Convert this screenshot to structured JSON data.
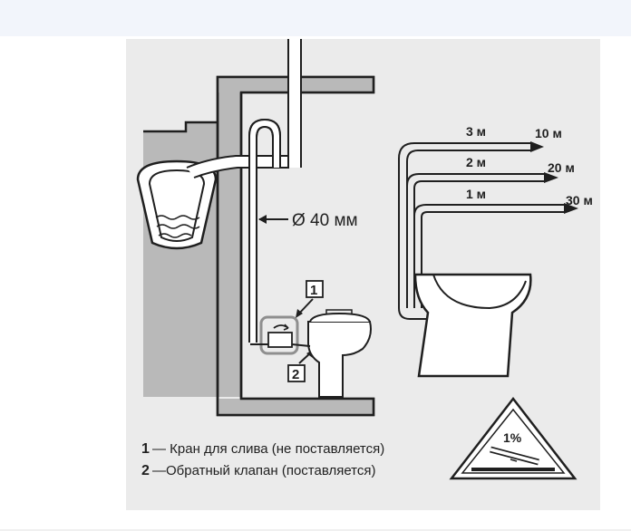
{
  "diagram": {
    "diameter_label": "Ø 40 мм",
    "box_labels": [
      "1",
      "2"
    ],
    "routes": [
      {
        "height": "3 м",
        "length": "10 м"
      },
      {
        "height": "2 м",
        "length": "20 м"
      },
      {
        "height": "1 м",
        "length": "30 м"
      }
    ],
    "slope_label": "1%",
    "legend": [
      {
        "num": "1",
        "text": "— Кран для слива (не поставляется)"
      },
      {
        "num": "2",
        "text": "—Обратный клапан (поставляется)"
      }
    ]
  },
  "colors": {
    "background": "#ebebeb",
    "wall": "#b9b9b9",
    "line": "#1f1f1f",
    "pipe_fill": "#ffffff",
    "highlight": "#8f8f8f"
  }
}
